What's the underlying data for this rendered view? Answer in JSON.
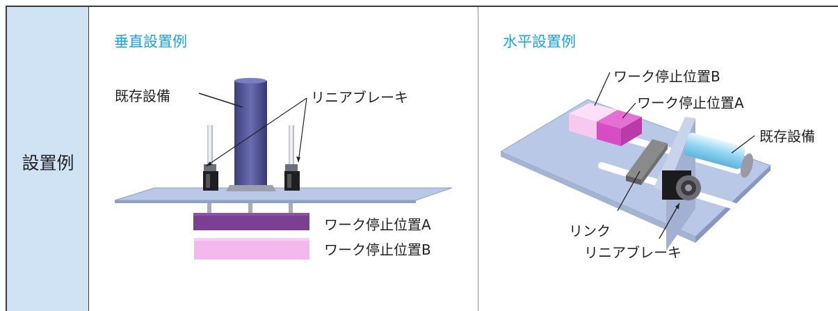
{
  "row_label": "設置例",
  "vertical": {
    "title": "垂直設置例",
    "labels": {
      "existing_equipment": "既存設備",
      "linear_brake": "リニアブレーキ",
      "work_stop_a": "ワーク停止位置A",
      "work_stop_b": "ワーク停止位置B"
    }
  },
  "horizontal": {
    "title": "水平設置例",
    "labels": {
      "work_stop_b": "ワーク停止位置B",
      "work_stop_a": "ワーク停止位置A",
      "existing_equipment": "既存設備",
      "link": "リンク",
      "linear_brake": "リニアブレーキ"
    }
  }
}
